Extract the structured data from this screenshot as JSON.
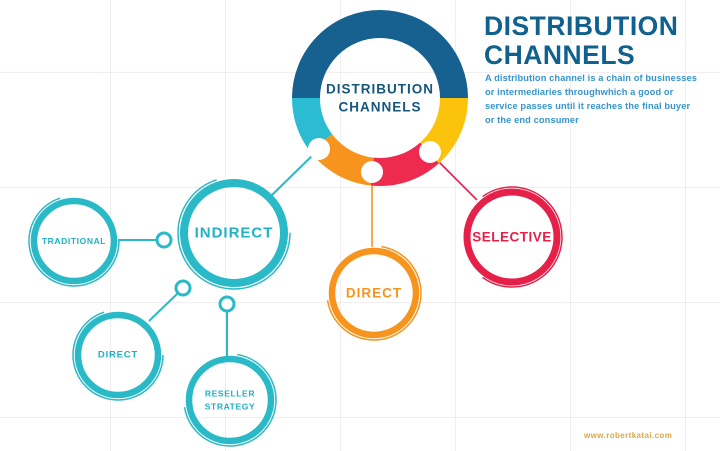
{
  "header": {
    "title": "DISTRIBUTION CHANNELS",
    "title_color": "#11618f",
    "description": "A distribution channel is a chain of businesses or intermediaries throughwhich a good or service passes until it reaches the final buyer or the end consumer",
    "description_color": "#3795cc"
  },
  "donut": {
    "center_label": "DISTRIBUTION CHANNELS",
    "center_label_color": "#14567e",
    "segments": [
      {
        "name": "top-half",
        "color": "#16618f"
      },
      {
        "name": "yellow",
        "color": "#fcc30d"
      },
      {
        "name": "red",
        "color": "#ee2a4e"
      },
      {
        "name": "orange",
        "color": "#f7941d"
      },
      {
        "name": "cyan",
        "color": "#2bbcd1"
      }
    ]
  },
  "circles": {
    "traditional": {
      "label": "TRADITIONAL",
      "ring_color": "#29b9c7",
      "text_color": "#1fb1c4"
    },
    "indirect": {
      "label": "INDIRECT",
      "ring_color": "#29b9c7",
      "text_color": "#1fb1c4"
    },
    "direct_sub": {
      "label": "DIRECT",
      "ring_color": "#29b9c7",
      "text_color": "#1fb1c4"
    },
    "reseller": {
      "label": "RESELLER STRATEGY",
      "ring_color": "#29b9c7",
      "text_color": "#1fb1c4"
    },
    "direct": {
      "label": "DIRECT",
      "ring_color": "#f7941d",
      "text_color": "#f7941d"
    },
    "selective": {
      "label": "SELECTIVE",
      "ring_color": "#e62149",
      "text_color": "#e62149"
    }
  },
  "links": {
    "teal_color": "#29b9c7",
    "orange_color": "#f7941d",
    "red_color": "#e62149"
  },
  "footer": {
    "watermark": "www.robertkatai.com",
    "watermark_color": "#d8a845"
  }
}
